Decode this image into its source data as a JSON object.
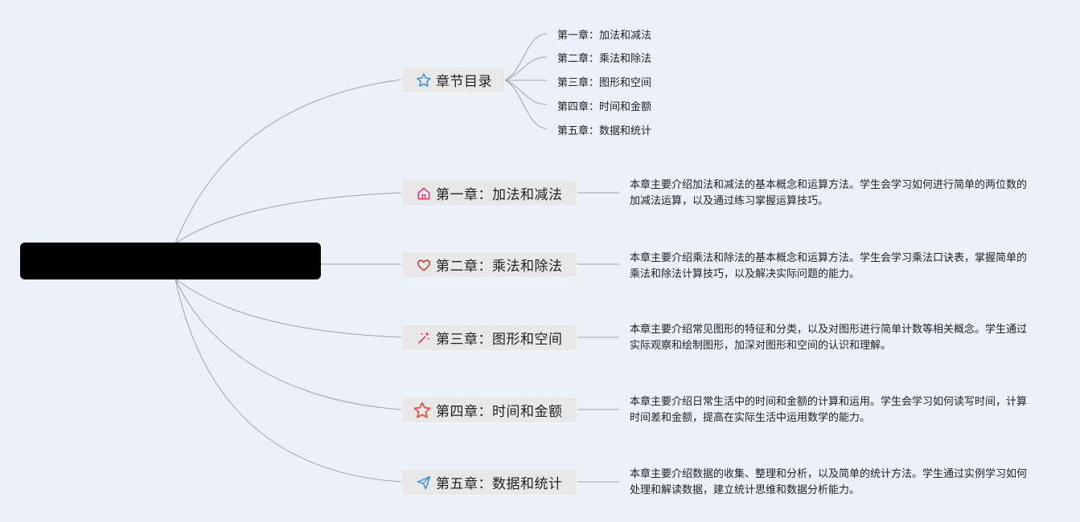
{
  "root": {
    "label": ""
  },
  "toc": {
    "title": "章节目录",
    "icon": "star-outline-icon",
    "items": [
      "第一章：加法和减法",
      "第二章：乘法和除法",
      "第三章：图形和空间",
      "第四章：时间和金额",
      "第五章：数据和统计"
    ]
  },
  "chapters": [
    {
      "title": "第一章：加法和减法",
      "icon": "home-icon",
      "icon_color": "#d6336c",
      "description": "本章主要介绍加法和减法的基本概念和运算方法。学生会学习如何进行简单的两位数的加减法运算，以及通过练习掌握运算技巧。"
    },
    {
      "title": "第二章：乘法和除法",
      "icon": "heart-icon",
      "icon_color": "#c0392b",
      "description": "本章主要介绍乘法和除法的基本概念和运算方法。学生会学习乘法口诀表，掌握简单的乘法和除法计算技巧，以及解决实际问题的能力。"
    },
    {
      "title": "第三章：图形和空间",
      "icon": "magic-wand-icon",
      "icon_color": "#e8336c",
      "description": "本章主要介绍常见图形的特征和分类，以及对图形进行简单计数等相关概念。学生通过实际观察和绘制图形，加深对图形和空间的认识和理解。"
    },
    {
      "title": "第四章：时间和金额",
      "icon": "star-icon",
      "icon_color": "#e74c3c",
      "description": "本章主要介绍日常生活中的时间和金额的计算和运用。学生会学习如何读写时间，计算时间差和金额，提高在实际生活中运用数学的能力。"
    },
    {
      "title": "第五章：数据和统计",
      "icon": "paper-plane-icon",
      "icon_color": "#3a8fd6",
      "description": "本章主要介绍数据的收集、整理和分析，以及简单的统计方法。学生通过实例学习如何处理和解读数据，建立统计思维和数据分析能力。"
    }
  ],
  "colors": {
    "background": "#eaf1f9",
    "node_fill": "#e8e8e8",
    "line": "#9aa3ad",
    "toc_icon": "#3a8fd6"
  }
}
